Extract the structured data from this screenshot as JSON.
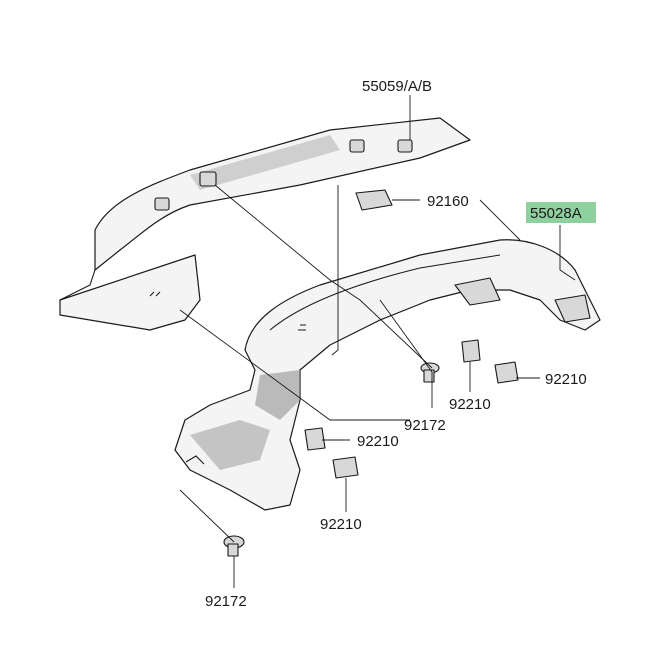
{
  "highlight_color": "#8fd19e",
  "labels": {
    "p55059": "55059/A/B",
    "p92160": "92160",
    "p55028a": "55028A",
    "p92210_right": "92210",
    "p92210_mid": "92210",
    "p92172_mid": "92172",
    "p92210_left": "92210",
    "p92210_bottom": "92210",
    "p92172_bottom": "92172"
  }
}
